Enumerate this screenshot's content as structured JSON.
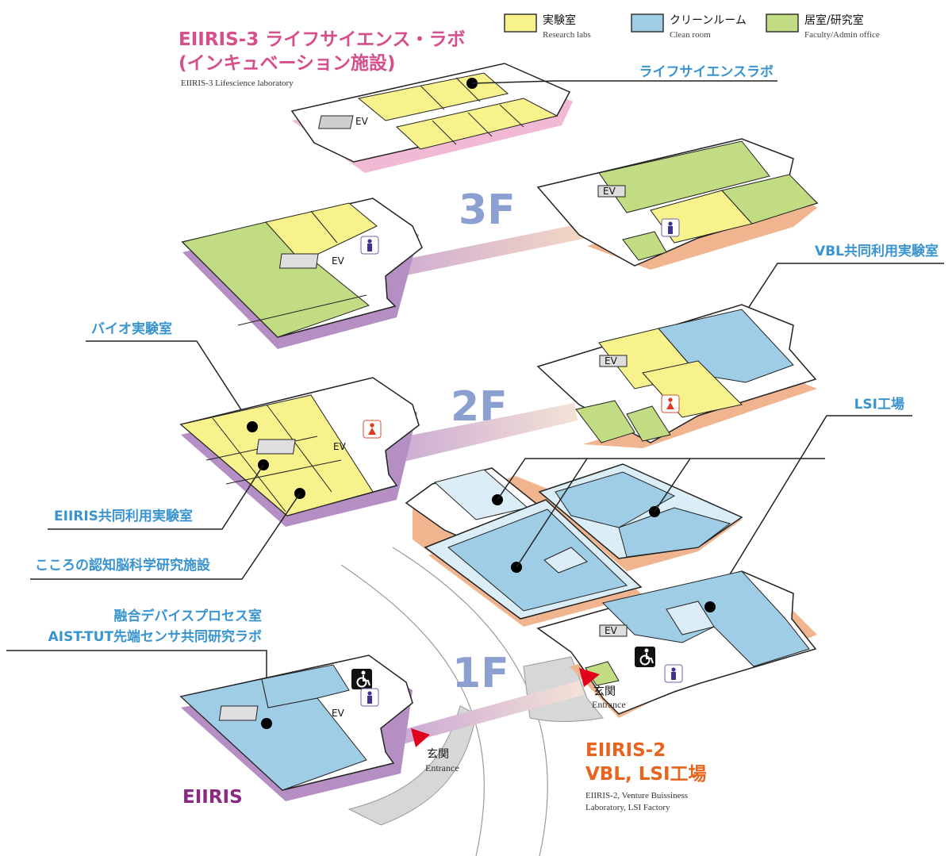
{
  "legend": [
    {
      "label": "実験室",
      "sub": "Research labs",
      "color": "#f7f28b"
    },
    {
      "label": "クリーンルーム",
      "sub": "Clean room",
      "color": "#9fcde6"
    },
    {
      "label": "居室/研究室",
      "sub": "Faculty/Admin office",
      "color": "#c2dc83"
    }
  ],
  "floors": {
    "f3": "3F",
    "f2": "2F",
    "f1": "1F"
  },
  "buildings": {
    "eiiris3": {
      "title_line1": "EIIRIS-3 ライフサイエンス・ラボ",
      "title_line2": "(インキュベーション施設)",
      "subtitle": "EIIRIS-3 Lifescience laboratory",
      "color": "#d64e8a"
    },
    "eiiris": {
      "title": "EIIRIS",
      "color": "#8a2a83"
    },
    "eiiris2": {
      "title_line1": "EIIRIS-2",
      "title_line2": "VBL, LSI工場",
      "sub_line1": "EIIRIS-2, Venture Buissiness",
      "sub_line2": "Laboratory, LSI Factory",
      "color": "#e8641e"
    }
  },
  "callouts": {
    "lifescience_lab": "ライフサイエンスラボ",
    "vbl_lab": "VBL共同利用実験室",
    "bio_lab": "バイオ実験室",
    "lsi_factory": "LSI工場",
    "eiiris_lab": "EIIRIS共同利用実験室",
    "kokoro": "こころの認知脳科学研究施設",
    "device_line1": "融合デバイスプロセス室",
    "device_line2": "AIST-TUT先端センサ共同研究ラボ"
  },
  "markers": {
    "ev": "EV",
    "entrance_jp": "玄関",
    "entrance_en": "Entrance"
  },
  "colors": {
    "callout": "#3a94d0",
    "floor_label": "#8b9fd1",
    "lab": "#f7f28b",
    "clean": "#9fcde6",
    "office": "#c2dc83",
    "shadow_purple": "#b58fc4",
    "shadow_pink": "#f2b9d4",
    "shadow_orange": "#f0b58e"
  },
  "icons": [
    "restroom-man-icon",
    "restroom-woman-icon",
    "wheelchair-icon",
    "entrance-arrow-icon"
  ]
}
